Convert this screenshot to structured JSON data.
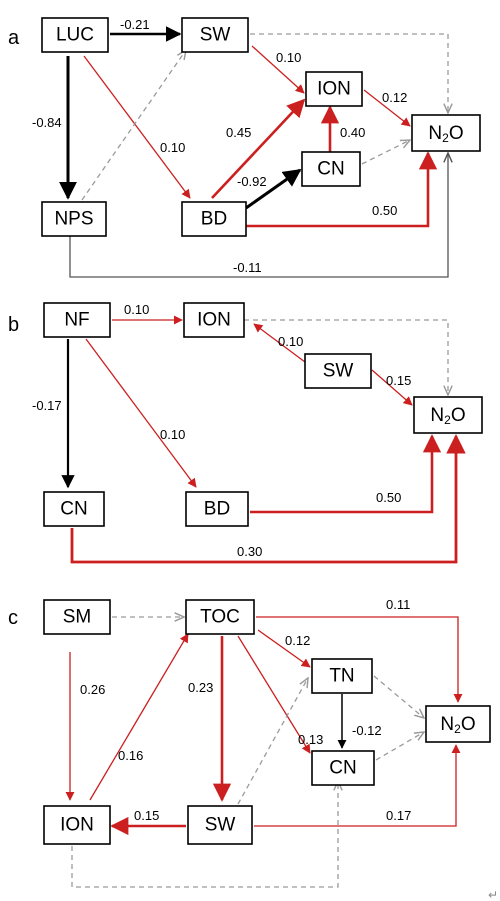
{
  "panels": {
    "a": {
      "label": "a",
      "nodes": {
        "luc": "LUC",
        "sw": "SW",
        "ion": "ION",
        "n2o_base": "N",
        "n2o_sub": "2",
        "n2o_tail": "O",
        "cn": "CN",
        "nps": "NPS",
        "bd": "BD"
      },
      "coefficients": {
        "luc_sw": "-0.21",
        "luc_nps": "-0.84",
        "luc_bd": "0.10",
        "sw_ion": "0.10",
        "ion_n2o": "0.12",
        "bd_ion": "0.45",
        "cn_ion": "0.40",
        "bd_cn": "-0.92",
        "bd_n2o": "0.50",
        "nps_n2o": "-0.11"
      }
    },
    "b": {
      "label": "b",
      "nodes": {
        "nf": "NF",
        "ion": "ION",
        "sw": "SW",
        "n2o_base": "N",
        "n2o_sub": "2",
        "n2o_tail": "O",
        "cn": "CN",
        "bd": "BD"
      },
      "coefficients": {
        "nf_ion": "0.10",
        "sw_ion": "0.10",
        "sw_n2o": "0.15",
        "nf_cn": "-0.17",
        "nf_bd": "0.10",
        "bd_n2o": "0.50",
        "cn_n2o": "0.30"
      }
    },
    "c": {
      "label": "c",
      "nodes": {
        "sm": "SM",
        "toc": "TOC",
        "tn": "TN",
        "n2o_base": "N",
        "n2o_sub": "2",
        "n2o_tail": "O",
        "cn": "CN",
        "ion": "ION",
        "sw": "SW"
      },
      "coefficients": {
        "toc_n2o": "0.11",
        "toc_tn": "0.12",
        "sm_ion": "0.26",
        "toc_sw": "0.23",
        "ion_toc": "0.16",
        "toc_cn": "0.13",
        "tn_cn": "-0.12",
        "sw_ion": "0.15",
        "sw_n2o": "0.17"
      }
    }
  },
  "colors": {
    "positive": "#cc1f1f",
    "negative": "#000000",
    "nonsignificant": "#9a9a9a",
    "box_border": "#000000"
  },
  "footer_mark": "↵"
}
